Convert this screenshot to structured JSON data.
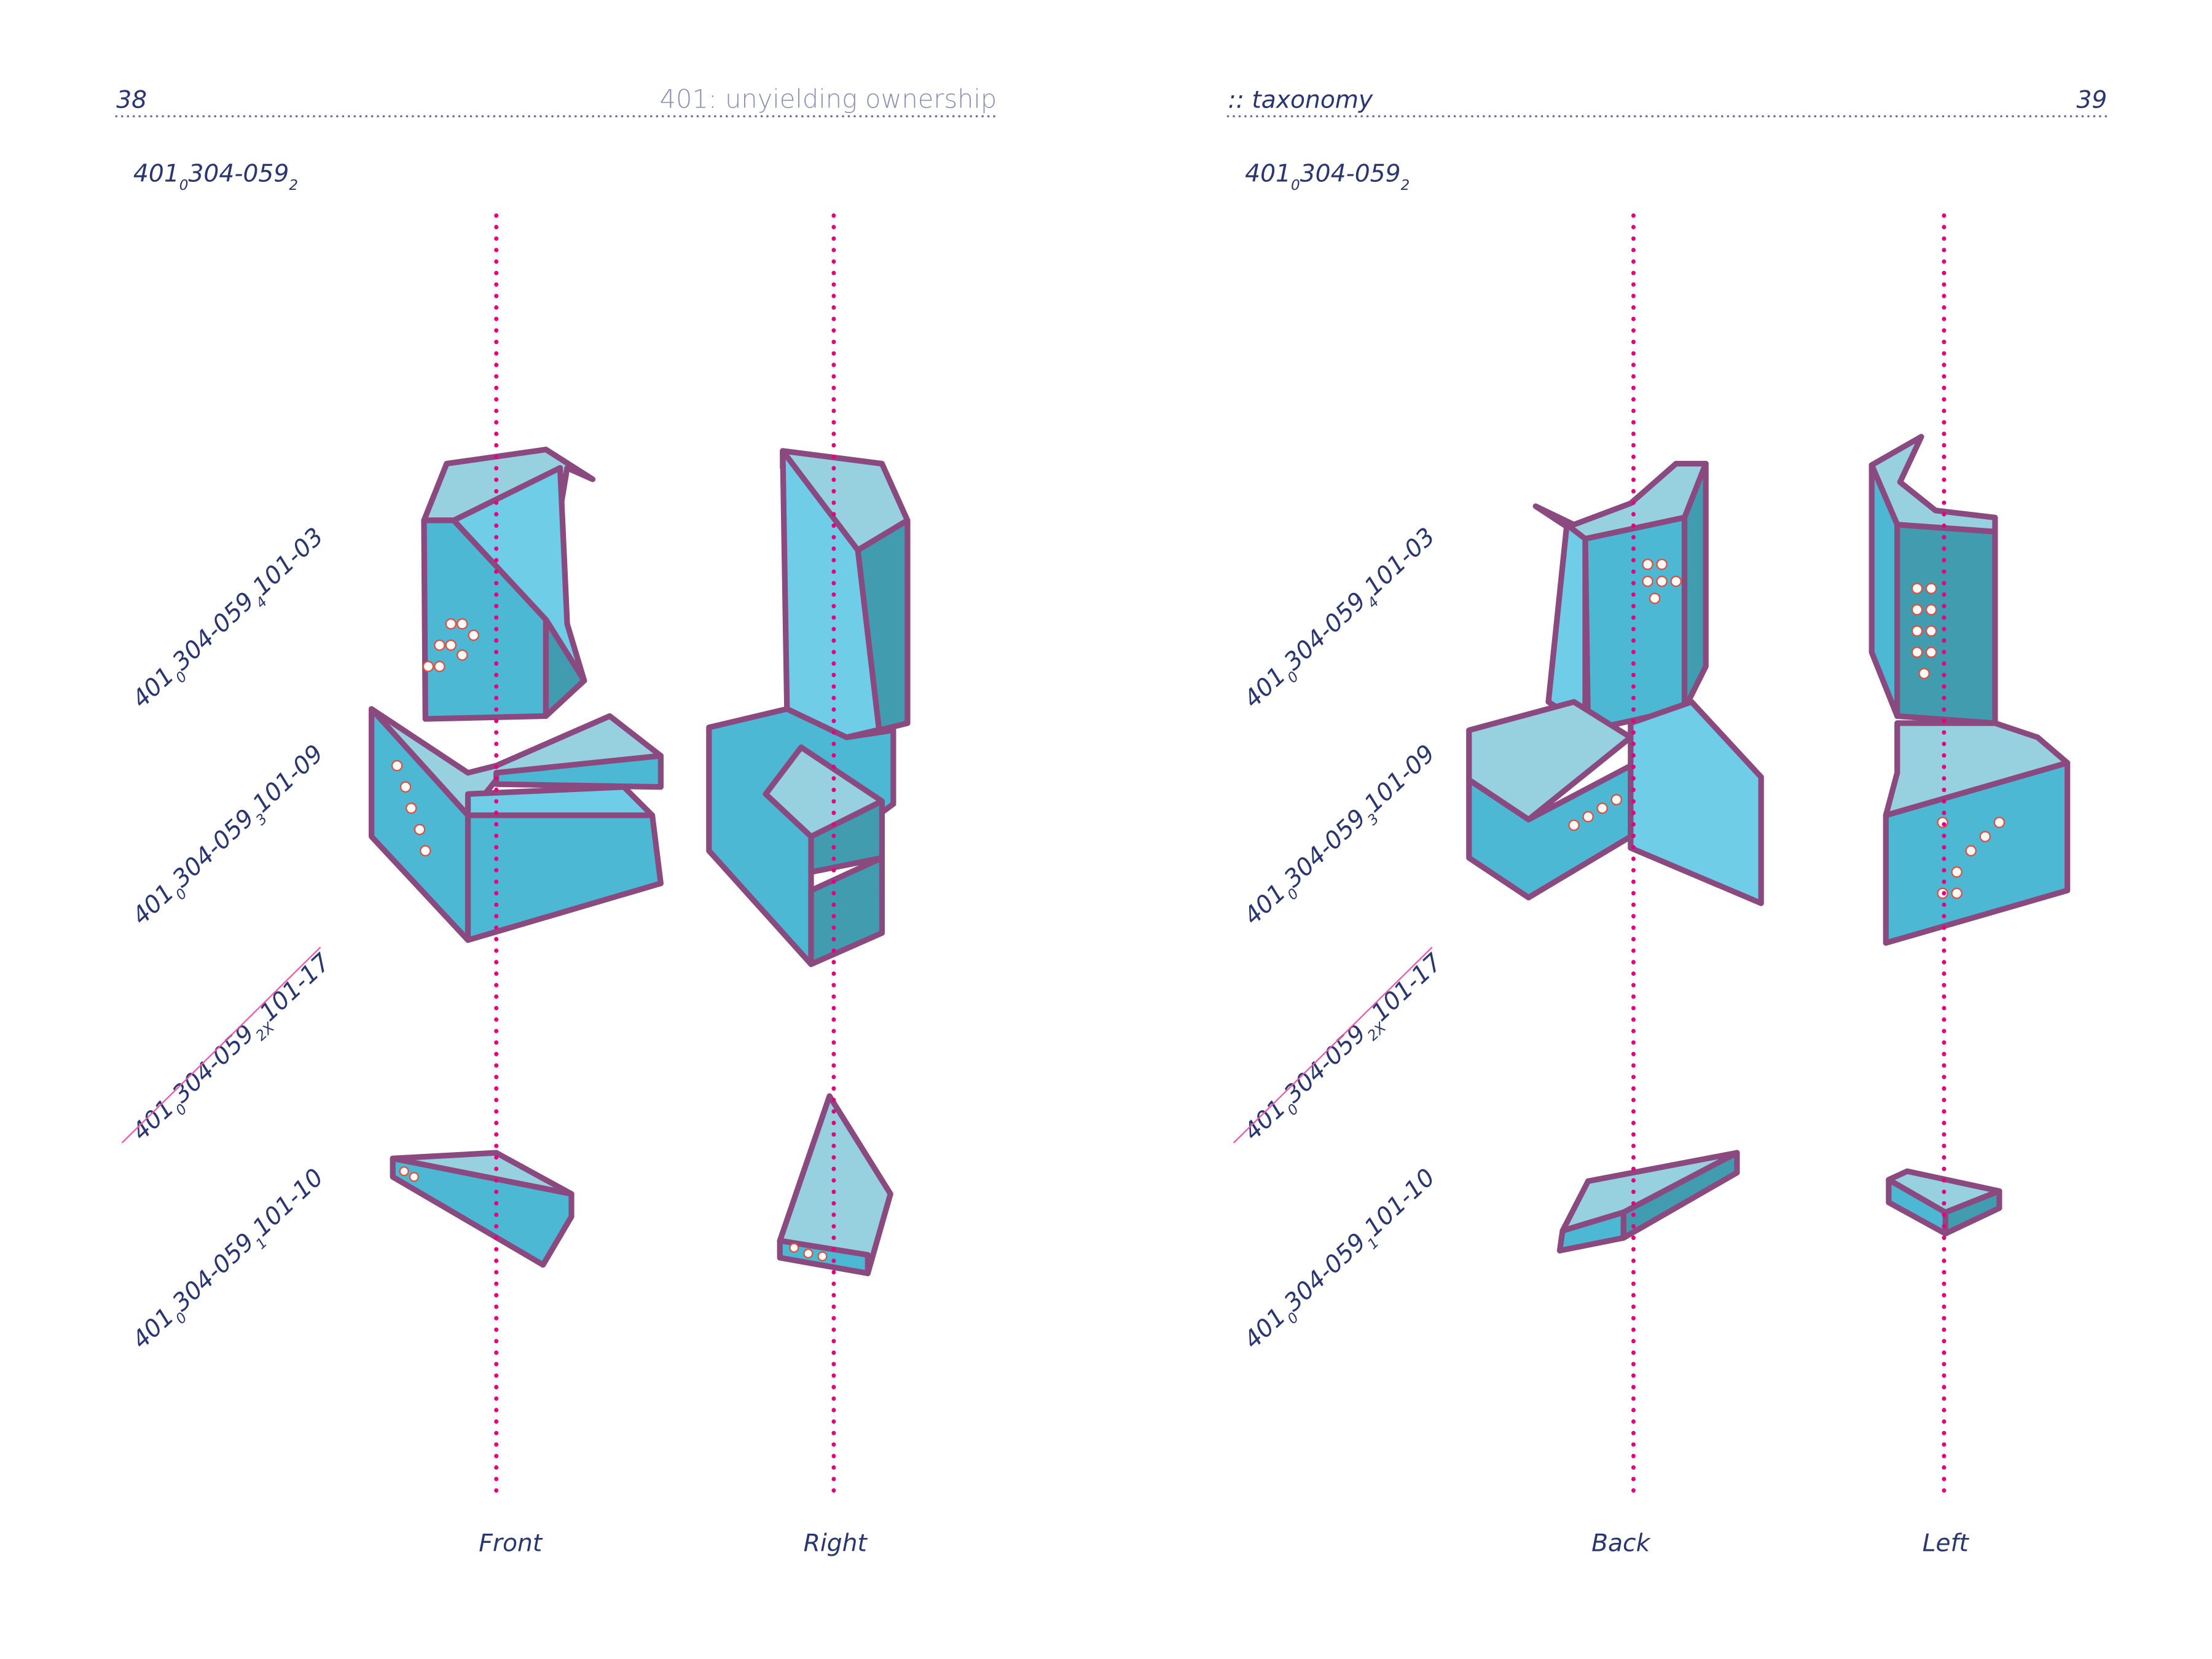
{
  "left_page": {
    "page_number": "38",
    "running_title": "401: unyielding ownership",
    "series_code": {
      "main": "401",
      "sub1": "0",
      "mid": "304-059",
      "sub2": "2"
    },
    "views": [
      "Front",
      "Right"
    ]
  },
  "right_page": {
    "page_number": "39",
    "running_title": ":: taxonomy",
    "series_code": {
      "main": "401",
      "sub1": "0",
      "mid": "304-059",
      "sub2": "2"
    },
    "views": [
      "Back",
      "Left"
    ]
  },
  "piece_labels": [
    {
      "a": "401",
      "s1": "0",
      "b": "304-059",
      "s2": "4",
      "c": "101-03",
      "struck": false
    },
    {
      "a": "401",
      "s1": "0",
      "b": "304-059",
      "s2": "3",
      "c": "101-09",
      "struck": false
    },
    {
      "a": "401",
      "s1": "0",
      "b": "304-059",
      "s2": "2X",
      "c": "101-17",
      "struck": true
    },
    {
      "a": "401",
      "s1": "0",
      "b": "304-059",
      "s2": "1",
      "c": "101-10",
      "struck": false
    }
  ],
  "colors": {
    "ink": "#2a3670",
    "axis": "#e6007e",
    "face": "#4cb8d4",
    "outline": "#8a4a80"
  }
}
